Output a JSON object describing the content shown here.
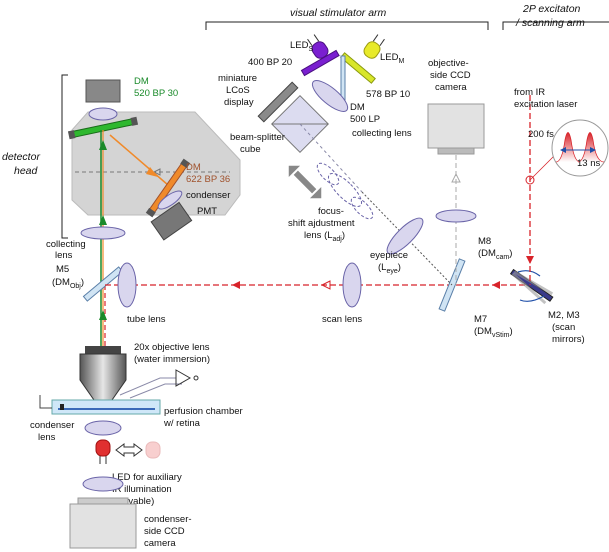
{
  "sections": {
    "visual_stimulator_arm": "visual stimulator arm",
    "scanning_arm_1": "2P excitaton",
    "scanning_arm_2": "/ scanning arm",
    "detector_head_1": "detector",
    "detector_head_2": "head"
  },
  "labels": {
    "led_s": "LED",
    "led_s_sub": "S",
    "led_m": "LED",
    "led_m_sub": "M",
    "filter_400": "400 BP 20",
    "filter_578": "578 BP 10",
    "miniature_1": "miniature",
    "miniature_2": "LCoS",
    "miniature_3": "display",
    "dm500_1": "DM",
    "dm500_2": "500 LP",
    "collecting_lens_stim": "collecting lens",
    "beam_splitter_1": "beam-splitter",
    "beam_splitter_2": "cube",
    "obj_ccd_1": "objective-",
    "obj_ccd_2": "side CCD",
    "obj_ccd_3": "camera",
    "from_ir_1": "from IR",
    "from_ir_2": "excitation laser",
    "pulse_200": "200 fs",
    "pulse_13": "13 ns",
    "dm520_1": "DM",
    "dm520_2": "520 BP 30",
    "dm622_1": "DM",
    "dm622_2": "622 BP 36",
    "condenser_top": "condenser",
    "pmt": "PMT",
    "focus_1": "focus-",
    "focus_2": "shift ajdustment",
    "focus_3": "lens (L",
    "focus_sub": "adj",
    "focus_end": ")",
    "eyepiece_1": "eyepiece",
    "eyepiece_2": "(L",
    "eyepiece_sub": "eye",
    "eyepiece_end": ")",
    "m8_1": "M8",
    "m8_2": "(DM",
    "m8_sub": "cam",
    "m8_end": ")",
    "collecting_lens_1": "collecting",
    "collecting_lens_2": "lens",
    "m5_1": "M5",
    "m5_2": "(DM",
    "m5_sub": "Obj",
    "m5_end": ")",
    "tube_lens": "tube lens",
    "scan_lens": "scan lens",
    "m7_1": "M7",
    "m7_2": "(DM",
    "m7_sub": "vStim",
    "m7_end": ")",
    "m2m3_1": "M2, M3",
    "m2m3_2": "(scan",
    "m2m3_3": "mirrors)",
    "objective_1": "20x objective lens",
    "objective_2": "(water immersion)",
    "perfusion_1": "perfusion chamber",
    "perfusion_2": "w/ retina",
    "condenser_lens_1": "condenser",
    "condenser_lens_2": "lens",
    "led_ir_1": "LED for auxiliary",
    "led_ir_2": "IR illumination",
    "led_ir_3": "(movable)",
    "cond_ccd_1": "condenser-",
    "cond_ccd_2": "side CCD",
    "cond_ccd_3": "camera"
  },
  "colors": {
    "green": "#1a8a2a",
    "brown": "#a0522d",
    "laser_red": "#d8232a",
    "orange": "#f08a2a",
    "lens_fill": "#d9d6ee",
    "lens_stroke": "#6a64a8",
    "violet": "#7a1fd0",
    "yellow": "#e8ea2a"
  }
}
